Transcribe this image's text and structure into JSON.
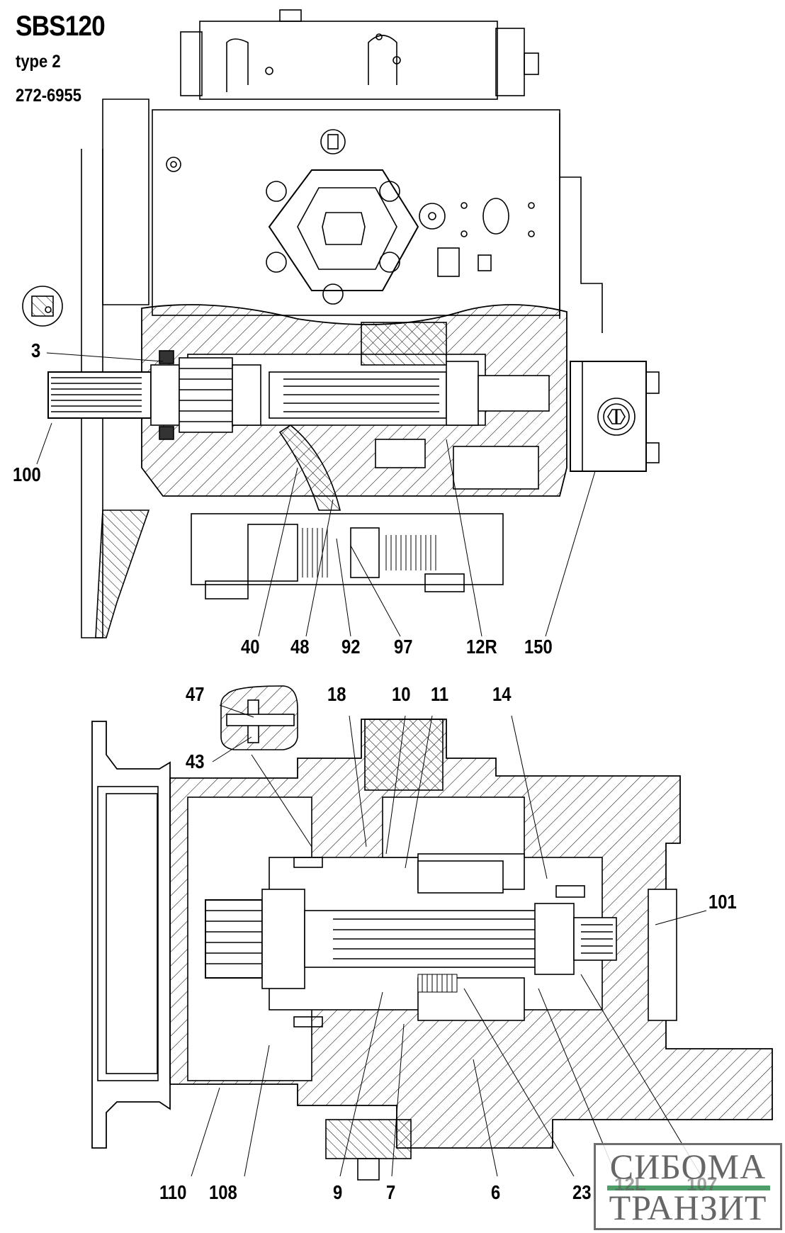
{
  "title": {
    "model": "SBS120",
    "type": "type 2",
    "part_number": "272-6955"
  },
  "top_view": {
    "labels": [
      {
        "id": "3",
        "text": "3"
      },
      {
        "id": "100",
        "text": "100"
      },
      {
        "id": "40",
        "text": "40"
      },
      {
        "id": "48",
        "text": "48"
      },
      {
        "id": "92",
        "text": "92"
      },
      {
        "id": "97",
        "text": "97"
      },
      {
        "id": "12R",
        "text": "12R"
      },
      {
        "id": "150",
        "text": "150"
      }
    ],
    "inset_icon": "seal-detail-icon"
  },
  "bottom_view": {
    "labels": [
      {
        "id": "47",
        "text": "47"
      },
      {
        "id": "43",
        "text": "43"
      },
      {
        "id": "18",
        "text": "18"
      },
      {
        "id": "10",
        "text": "10"
      },
      {
        "id": "11",
        "text": "11"
      },
      {
        "id": "14",
        "text": "14"
      },
      {
        "id": "101",
        "text": "101"
      },
      {
        "id": "110",
        "text": "110"
      },
      {
        "id": "108",
        "text": "108"
      },
      {
        "id": "9",
        "text": "9"
      },
      {
        "id": "7",
        "text": "7"
      },
      {
        "id": "6",
        "text": "6"
      },
      {
        "id": "23",
        "text": "23"
      },
      {
        "id": "12L",
        "text": "12L"
      },
      {
        "id": "107",
        "text": "107"
      }
    ]
  },
  "watermark": {
    "line1": "СИБОМА",
    "line2": "ТРАНЗИТ",
    "accent_color": "#4f9e6a",
    "text_color": "#666666"
  }
}
